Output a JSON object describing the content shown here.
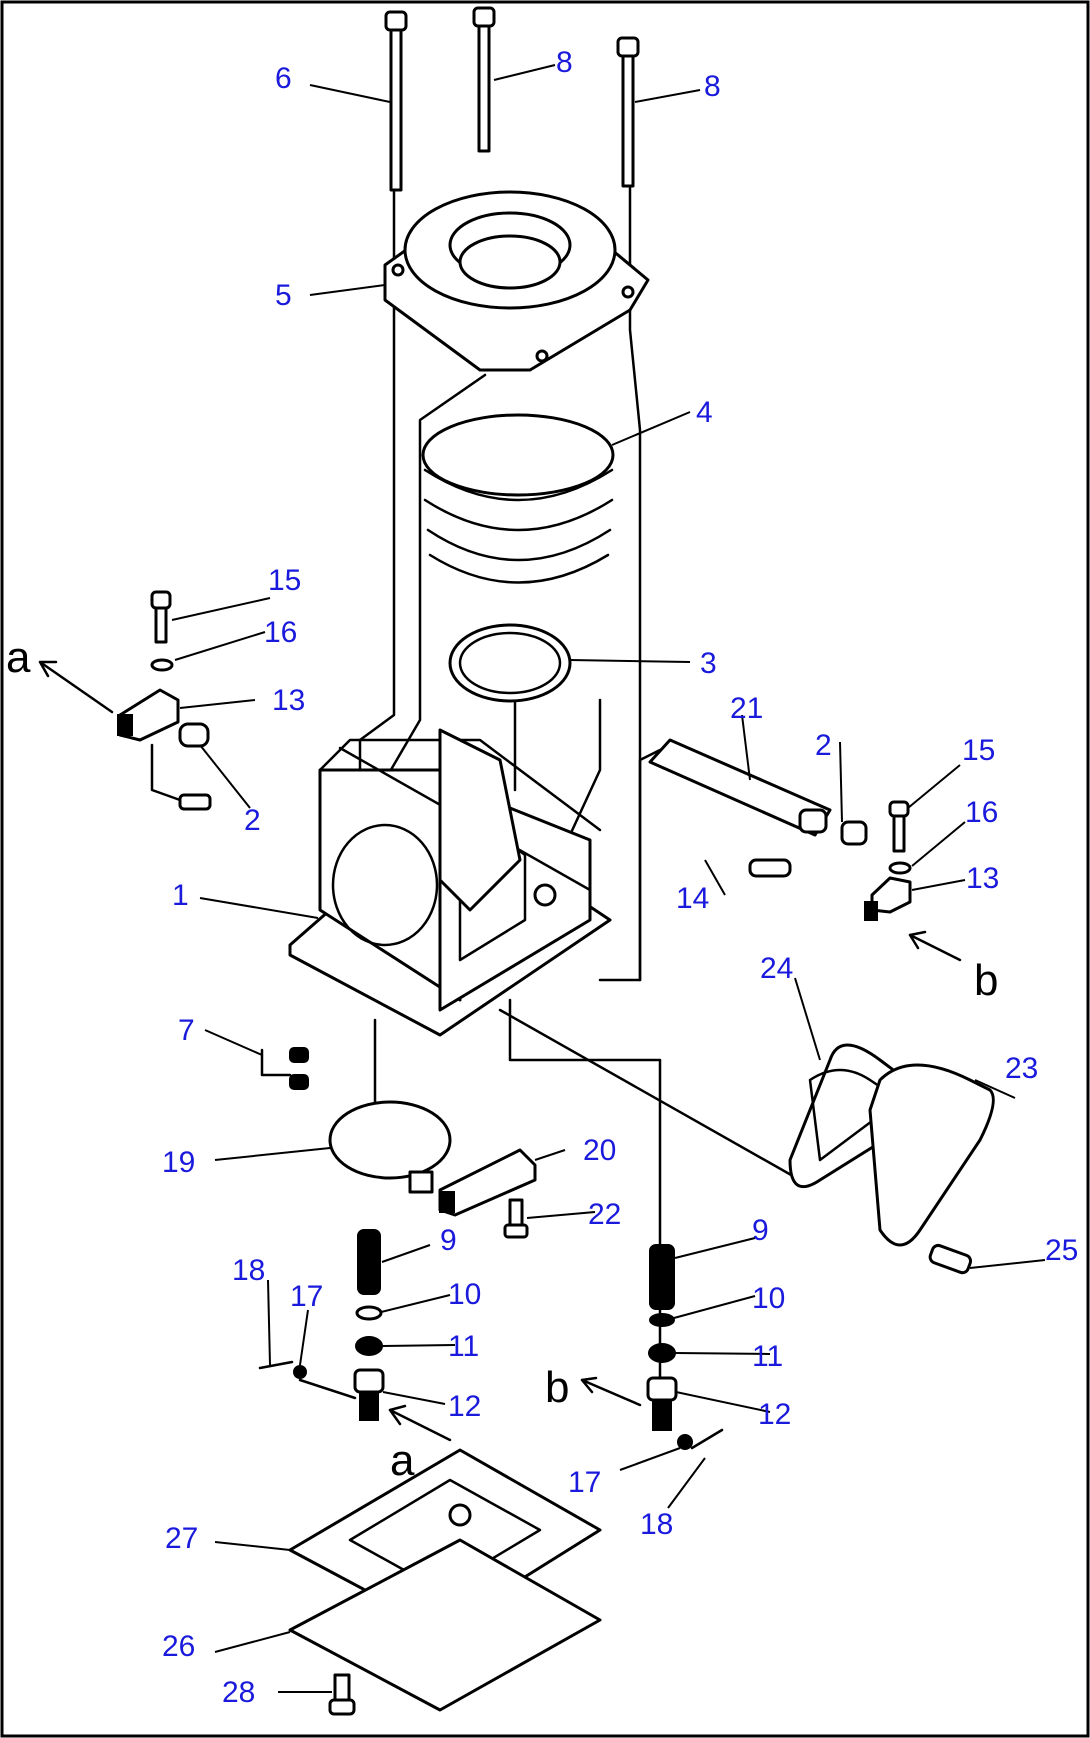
{
  "callouts": {
    "c1": "1",
    "c2a": "2",
    "c2b": "2",
    "c3": "3",
    "c4": "4",
    "c5": "5",
    "c6": "6",
    "c7": "7",
    "c8a": "8",
    "c8b": "8",
    "c9a": "9",
    "c9b": "9",
    "c10a": "10",
    "c10b": "10",
    "c11a": "11",
    "c11b": "11",
    "c12a": "12",
    "c12b": "12",
    "c13a": "13",
    "c13b": "13",
    "c14": "14",
    "c15a": "15",
    "c15b": "15",
    "c16a": "16",
    "c16b": "16",
    "c17a": "17",
    "c17b": "17",
    "c18a": "18",
    "c18b": "18",
    "c19": "19",
    "c20": "20",
    "c21": "21",
    "c22": "22",
    "c23": "23",
    "c24": "24",
    "c25": "25",
    "c26": "26",
    "c27": "27",
    "c28": "28"
  },
  "refs": {
    "a_top": "a",
    "a_bottom": "a",
    "b_top": "b",
    "b_bottom": "b"
  },
  "colors": {
    "callout": "#1a1adc",
    "line": "#000000",
    "background": "#ffffff"
  }
}
